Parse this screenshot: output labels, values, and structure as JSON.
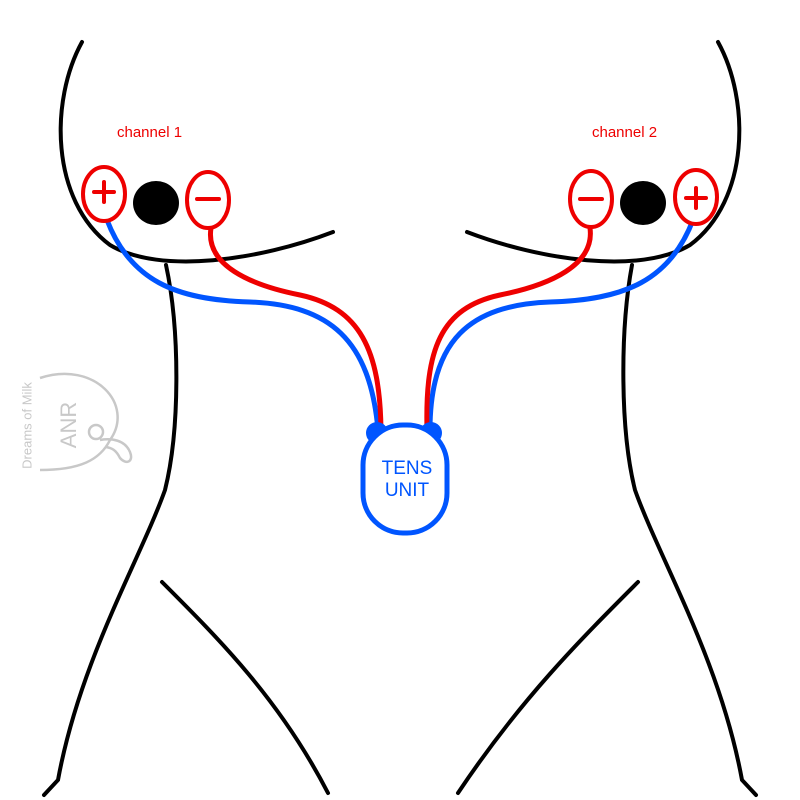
{
  "diagram": {
    "channels": [
      {
        "label": "channel 1",
        "electrodes": [
          {
            "polarity": "+",
            "wire_color": "#0055ff"
          },
          {
            "polarity": "−",
            "wire_color": "#ee0000"
          }
        ]
      },
      {
        "label": "channel 2",
        "electrodes": [
          {
            "polarity": "−",
            "wire_color": "#ee0000"
          },
          {
            "polarity": "+",
            "wire_color": "#0055ff"
          }
        ]
      }
    ],
    "device": {
      "line1": "TENS",
      "line2": "UNIT",
      "color": "#0055ff"
    },
    "watermark": {
      "line1": "Dreams of Milk",
      "line2": "ANR"
    },
    "colors": {
      "positive_wire": "#0055ff",
      "negative_wire": "#ee0000",
      "electrode_outline": "#ee0000",
      "outline": "#000000",
      "watermark": "#c8c8c8"
    }
  }
}
